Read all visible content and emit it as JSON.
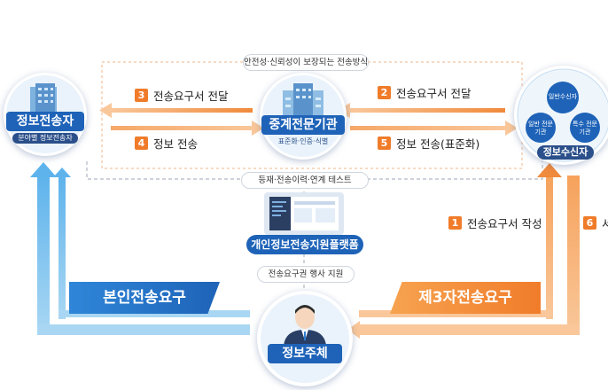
{
  "top_caption": "안전성·신뢰성이 보장되는 전송방식",
  "nodes": {
    "sender": {
      "title": "정보전송자",
      "subtitle": "분야별 정보전송자"
    },
    "agency": {
      "title": "중계전문기관",
      "subtitle": "표준화·인증·식별"
    },
    "receiver": {
      "title": "정보수신자",
      "bubbles": [
        "일반수신자",
        "일반 전문기관",
        "특수 전문기관"
      ]
    },
    "subject": {
      "title": "정보주체"
    },
    "platform": {
      "title": "개인정보전송지원플랫폼"
    }
  },
  "steps": [
    {
      "num": "3",
      "label": "전송요구서 전달"
    },
    {
      "num": "4",
      "label": "정보 전송"
    },
    {
      "num": "2",
      "label": "전송요구서 전달"
    },
    {
      "num": "5",
      "label": "정보 전송(표준화)"
    },
    {
      "num": "1",
      "label": "전송요구서 작성"
    },
    {
      "num": "6",
      "label": "서"
    }
  ],
  "tags": {
    "registry": "등재·전송이력·연계 테스트",
    "support": "전송요구권 행사 지원"
  },
  "banners": {
    "self": "본인전송요구",
    "third": "제3자전송요구"
  },
  "colors": {
    "orange": "#f07c2a",
    "blue": "#1e6fc2",
    "navy": "#2a4f8a",
    "light_blue": "#9fd0f0"
  }
}
